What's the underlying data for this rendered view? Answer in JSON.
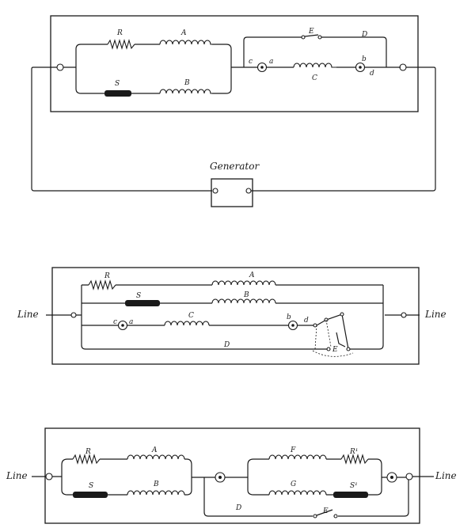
{
  "fig1": {
    "labels": {
      "R": "R",
      "A": "A",
      "S": "S",
      "B": "B",
      "E": "E",
      "D": "D",
      "C": "C",
      "a": "a",
      "b": "b",
      "c": "c",
      "d": "d"
    },
    "generator_label": "Generator"
  },
  "fig2": {
    "line_left": "Line",
    "line_right": "Line",
    "labels": {
      "R": "R",
      "A": "A",
      "S": "S",
      "B": "B",
      "C": "C",
      "D": "D",
      "E": "E",
      "a": "a",
      "b": "b",
      "c": "c",
      "d": "d"
    }
  },
  "fig3": {
    "line_left": "Line",
    "line_right": "Line",
    "labels": {
      "R": "R",
      "A": "A",
      "S": "S",
      "B": "B",
      "F": "F",
      "G": "G",
      "R1": "R¹",
      "S1": "S¹",
      "D": "D",
      "E": "E"
    }
  }
}
